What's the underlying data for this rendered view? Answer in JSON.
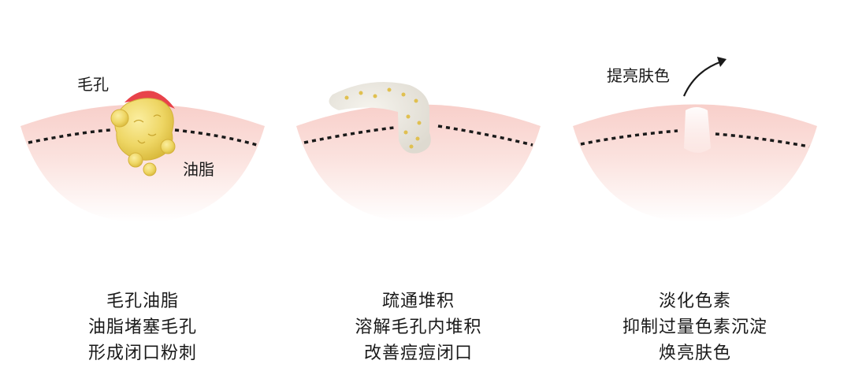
{
  "panels": [
    {
      "labels": {
        "pore": "毛孔",
        "sebum": "油脂"
      },
      "caption": [
        "毛孔油脂",
        "油脂堵塞毛孔",
        "形成闭口粉刺"
      ]
    },
    {
      "caption": [
        "疏通堆积",
        "溶解毛孔内堆积",
        "改善痘痘闭口"
      ]
    },
    {
      "labels": {
        "brighten": "提亮肤色"
      },
      "caption": [
        "淡化色素",
        "抑制过量色素沉淀",
        "焕亮肤色"
      ]
    }
  ],
  "colors": {
    "skin_top": "#f9d3cf",
    "skin_bottom": "#ffffff",
    "dotted_line": "#1a1a1a",
    "sebum": "#eed86a",
    "sebum_dark": "#d9b93a",
    "pore_red": "#e8434a",
    "plug": "#ece9e0",
    "plug_dot": "#e0c050"
  }
}
